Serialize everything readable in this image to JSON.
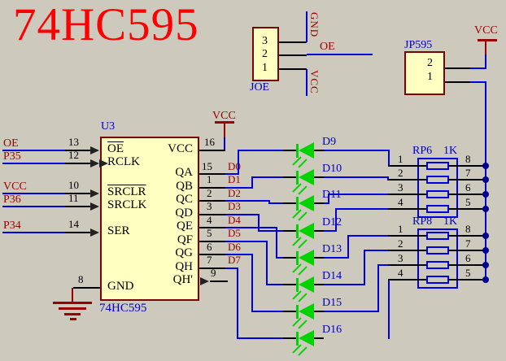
{
  "title": "74HC595",
  "u3": {
    "designator": "U3",
    "part": "74HC595",
    "power_symbol": "VCC",
    "left_pins": [
      {
        "num": "13",
        "label": "OE",
        "net": "OE"
      },
      {
        "num": "12",
        "label": "RCLK",
        "net": "P35"
      },
      {
        "num": "10",
        "label": "SRCLR",
        "net": "VCC"
      },
      {
        "num": "11",
        "label": "SRCLK",
        "net": "P36"
      },
      {
        "num": "14",
        "label": "SER",
        "net": "P34"
      },
      {
        "num": "8",
        "label": "GND",
        "net": ""
      }
    ],
    "right_pins": [
      {
        "num": "16",
        "label": "VCC",
        "net": ""
      },
      {
        "num": "15",
        "label": "QA",
        "net": "D0"
      },
      {
        "num": "1",
        "label": "QB",
        "net": "D1"
      },
      {
        "num": "2",
        "label": "QC",
        "net": "D2"
      },
      {
        "num": "3",
        "label": "QD",
        "net": "D3"
      },
      {
        "num": "4",
        "label": "QE",
        "net": "D4"
      },
      {
        "num": "5",
        "label": "QF",
        "net": "D5"
      },
      {
        "num": "6",
        "label": "QG",
        "net": "D6"
      },
      {
        "num": "7",
        "label": "QH",
        "net": "D7"
      },
      {
        "num": "9",
        "label": "QH'",
        "net": ""
      }
    ]
  },
  "joe": {
    "designator": "JOE",
    "pins": [
      "3",
      "2",
      "1"
    ],
    "net_gnd": "GND",
    "net_oe": "OE",
    "net_vcc": "VCC"
  },
  "jp595": {
    "designator": "JP595",
    "pins": [
      "2",
      "1"
    ],
    "power_symbol": "VCC"
  },
  "leds": [
    {
      "ref": "D9"
    },
    {
      "ref": "D10"
    },
    {
      "ref": "D11"
    },
    {
      "ref": "D12"
    },
    {
      "ref": "D13"
    },
    {
      "ref": "D14"
    },
    {
      "ref": "D15"
    },
    {
      "ref": "D16"
    }
  ],
  "resistor_packs": [
    {
      "designator": "RP6",
      "value": "1K",
      "left_pins": [
        "1",
        "2",
        "3",
        "4"
      ],
      "right_pins": [
        "8",
        "7",
        "6",
        "5"
      ]
    },
    {
      "designator": "RP8",
      "value": "1K",
      "left_pins": [
        "1",
        "2",
        "3",
        "4"
      ],
      "right_pins": [
        "8",
        "7",
        "6",
        "5"
      ]
    }
  ],
  "colors": {
    "background": "#CDC9BD",
    "wire_blue": "#0000DF",
    "pin_black": "#000000",
    "net_maroon": "#9B0000",
    "ref_blue": "#0000C4",
    "title_red": "#FF0000",
    "component_fill": "#FFFFC2",
    "component_border": "#7B0404",
    "led_green": "#00D300",
    "junction_dot": "#000090"
  }
}
